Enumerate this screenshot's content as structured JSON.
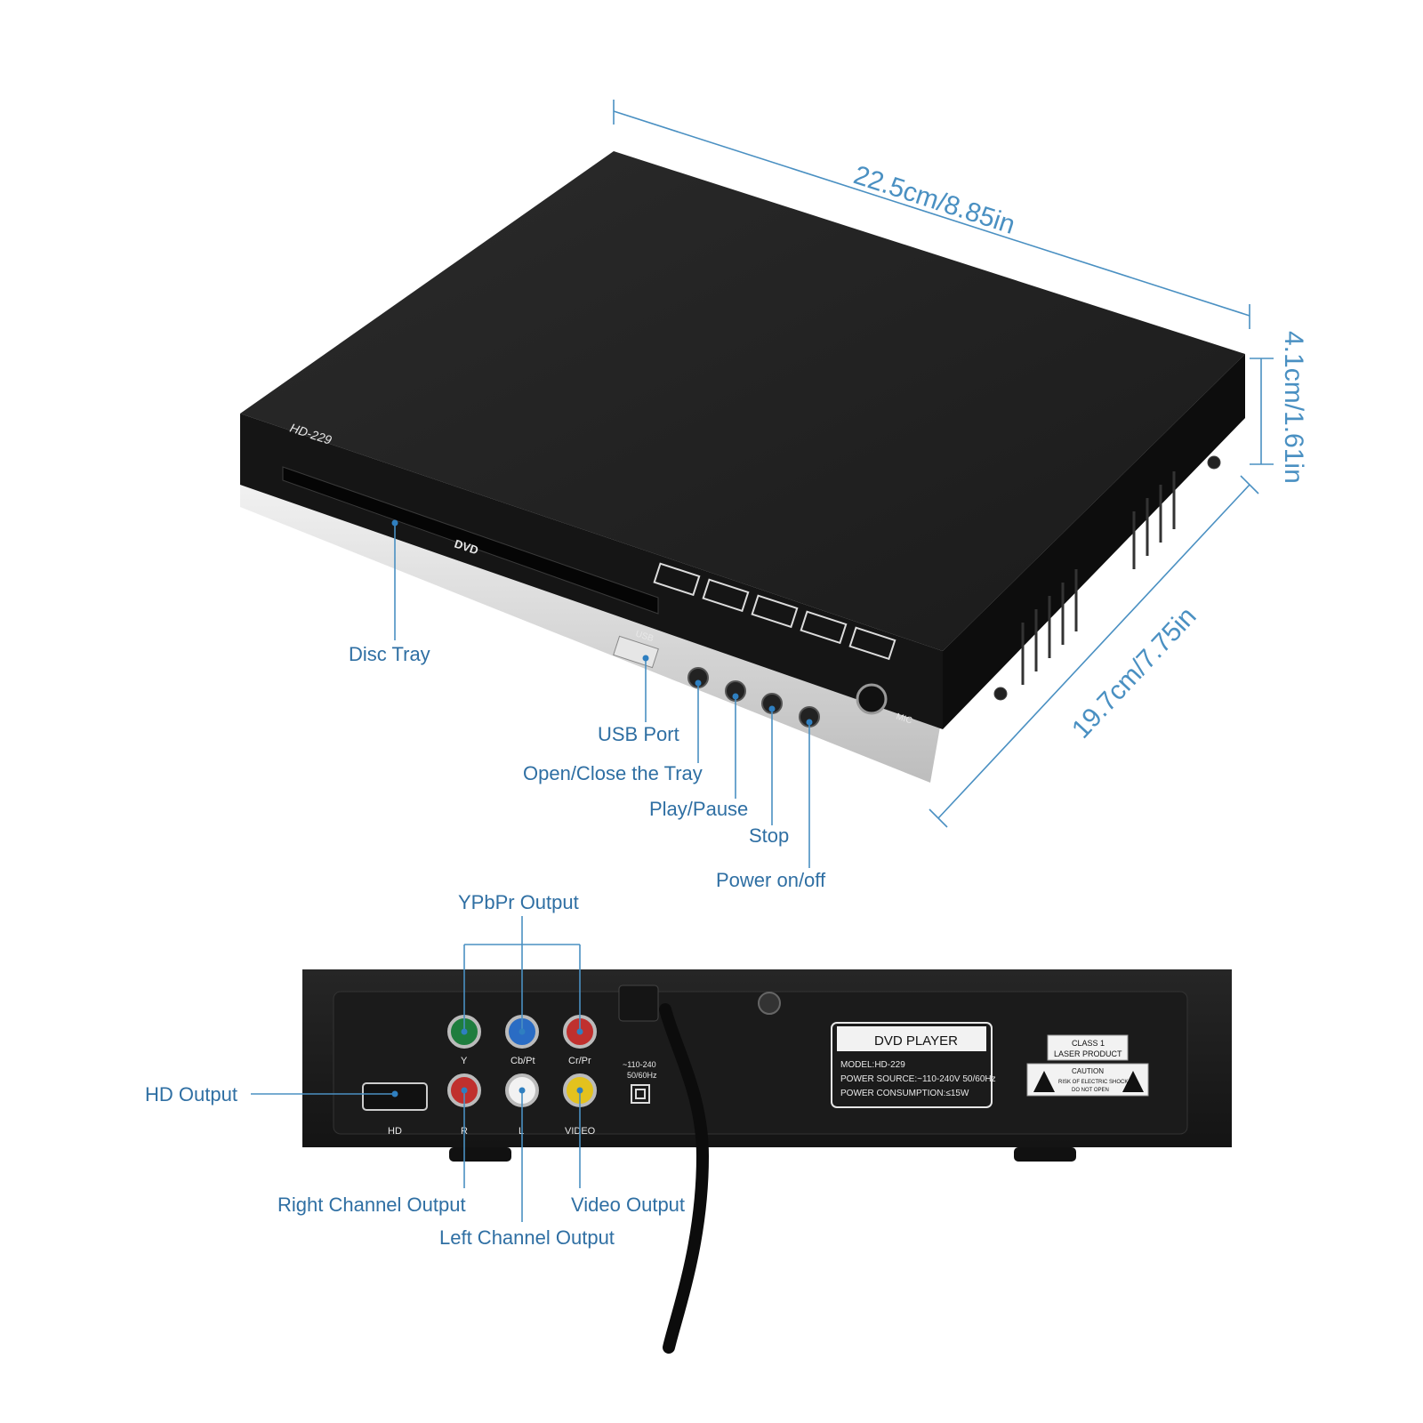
{
  "dimensions": {
    "length": "22.5cm/8.85in",
    "height": "4.1cm/1.61in",
    "depth": "19.7cm/7.75in"
  },
  "front_panel": {
    "model_text": "HD-229",
    "tray_logo": "DVD",
    "usb_text": "USB",
    "mic_text": "MIC"
  },
  "callouts_front": {
    "disc_tray": "Disc Tray",
    "usb_port": "USB Port",
    "open_close": "Open/Close the Tray",
    "play_pause": "Play/Pause",
    "stop": "Stop",
    "power": "Power on/off"
  },
  "back_panel": {
    "y_label": "Y",
    "cb_label": "Cb/Pt",
    "cr_label": "Cr/Pr",
    "hd_label": "HD",
    "r_label": "R",
    "l_label": "L",
    "video_label": "VIDEO",
    "power_input_1": "~110-240",
    "power_input_2": "50/60Hz",
    "rating_title": "DVD PLAYER",
    "rating_model": "MODEL:HD-229",
    "rating_source": "POWER SOURCE:~110-240V 50/60Hz",
    "rating_consumption": "POWER CONSUMPTION:≤15W",
    "laser_line1": "CLASS 1",
    "laser_line2": "LASER PRODUCT",
    "caution_title": "CAUTION",
    "caution_line1": "RISK OF ELECTRIC SHOCK",
    "caution_line2": "DO NOT OPEN"
  },
  "callouts_back": {
    "ypbpr": "YPbPr Output",
    "hd_output": "HD Output",
    "right_channel": "Right Channel Output",
    "video_output": "Video Output",
    "left_channel": "Left Channel Output"
  },
  "colors": {
    "callout_text": "#2f6fa3",
    "leader_line": "#4a90c2",
    "device_body": "#1a1a1a"
  }
}
